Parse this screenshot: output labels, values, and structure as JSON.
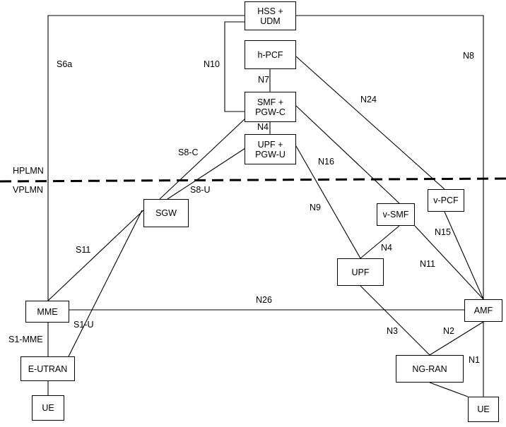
{
  "nodes": {
    "hss": "HSS +\nUDM",
    "hpcf": "h-PCF",
    "smf": "SMF +\nPGW-C",
    "upf_pgw": "UPF +\nPGW-U",
    "sgw": "SGW",
    "vsmf": "v-SMF",
    "vpcf": "v-PCF",
    "upf": "UPF",
    "mme": "MME",
    "amf": "AMF",
    "eutran": "E-UTRAN",
    "ngran": "NG-RAN",
    "ue_left": "UE",
    "ue_right": "UE"
  },
  "interfaces": {
    "s6a": "S6a",
    "n8": "N8",
    "n10": "N10",
    "n7": "N7",
    "n24": "N24",
    "n4_top": "N4",
    "s8c": "S8-C",
    "s8u": "S8-U",
    "n16": "N16",
    "n9": "N9",
    "n15": "N15",
    "n4_bottom": "N4",
    "s11": "S11",
    "n11": "N11",
    "n26": "N26",
    "s1u": "S1-U",
    "s1mme": "S1-MME",
    "n3": "N3",
    "n2": "N2",
    "n1": "N1"
  },
  "regions": {
    "home": "HPLMN",
    "visited": "VPLMN"
  }
}
